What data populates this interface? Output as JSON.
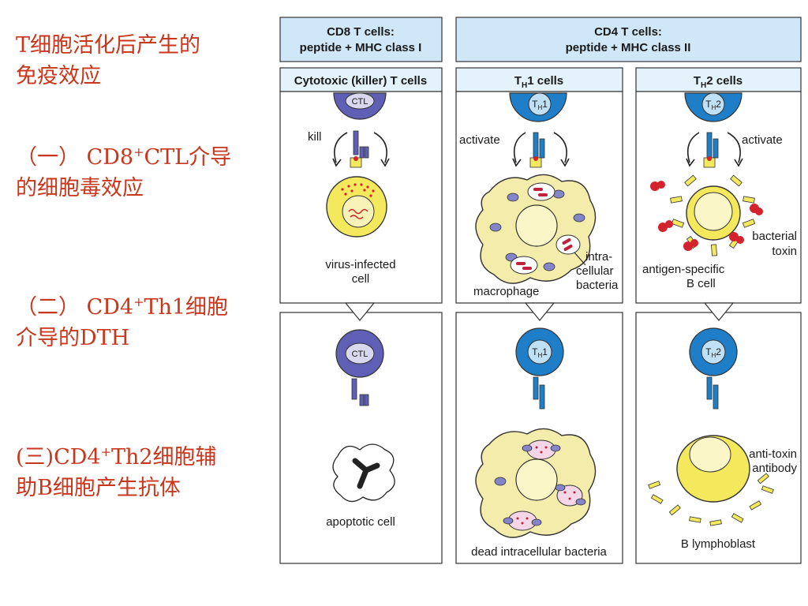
{
  "notes": [
    {
      "text": "T细胞活化后产生的\n免疫效应"
    },
    {
      "prefix": "（一） CD8",
      "sup": "+",
      "suffix": "CTL介导\n的细胞毒效应"
    },
    {
      "prefix": "（二） CD4",
      "sup": "+",
      "suffix": "Th1细胞\n介导的DTH"
    },
    {
      "prefix": "(三)CD4",
      "sup": "+",
      "suffix": "Th2细胞辅\n助B细胞产生抗体"
    }
  ],
  "headers": {
    "cd8_line1": "CD8 T cells:",
    "cd8_line2": "peptide + MHC class I",
    "cd4_line1": "CD4  T  cells:",
    "cd4_line2": "peptide + MHC  class  II",
    "cytotoxic": "Cytotoxic (killer) T cells",
    "th": "T",
    "th_sub1": "H",
    "th1_num": "1 cells",
    "th2_num": "2 cells"
  },
  "cells": {
    "ctl": "CTL",
    "th_T": "T",
    "th_sub": "H",
    "n1": "1",
    "n2": "2"
  },
  "labels": {
    "kill": "kill",
    "activate1": "activate",
    "activate2": "activate",
    "virus_infected": "virus-infected",
    "cell": "cell",
    "intra": "intra-",
    "cellular": "cellular",
    "bacteria": "bacteria",
    "macrophage": "macrophage",
    "bacterial": "bacterial",
    "toxin": "toxin",
    "antigen_specific": "antigen-specific",
    "b_cell": "B cell",
    "apoptotic": "apoptotic cell",
    "dead_bacteria": "dead intracellular bacteria",
    "anti_toxin": "anti-toxin",
    "antibody": "antibody",
    "b_lymphoblast": "B lymphoblast"
  },
  "colors": {
    "note_red": "#c8361c",
    "header_fill": "#cfe7f6",
    "ctl_purple": "#5f5fb6",
    "th_blue": "#1e7fc8",
    "cell_yellow": "#f4e85c",
    "macrophage_yellow": "#f3ecaa",
    "toxin_red": "#d3232f"
  }
}
